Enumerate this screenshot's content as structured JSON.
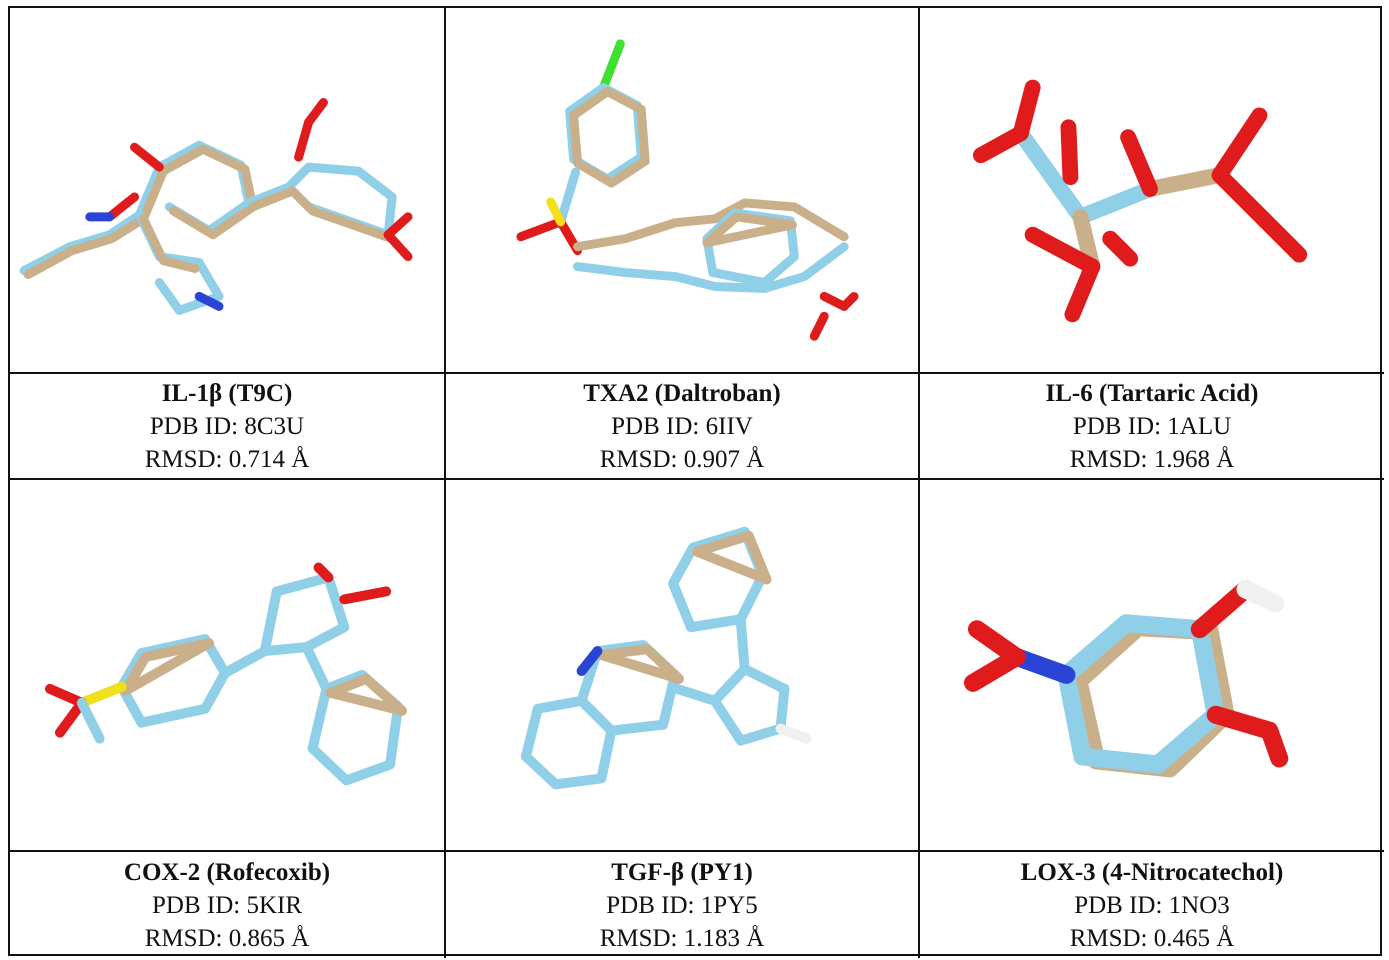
{
  "colors": {
    "carbon_tan": "#c9b08a",
    "carbon_blue": "#8fcfe8",
    "oxygen": "#e01b1b",
    "nitrogen": "#2a44d6",
    "sulfur": "#f2e01a",
    "chlorine": "#40e030",
    "hydrogen": "#f0f0f0"
  },
  "panels": [
    {
      "title": "IL-1β (T9C)",
      "pdb": "PDB ID: 8C3U",
      "rmsd": "RMSD: 0.714 Å",
      "icon": "molecule-structure"
    },
    {
      "title": "TXA2 (Daltroban)",
      "pdb": "PDB ID: 6IIV",
      "rmsd": "RMSD: 0.907 Å",
      "icon": "molecule-structure"
    },
    {
      "title": "IL-6 (Tartaric Acid)",
      "pdb": "PDB ID: 1ALU",
      "rmsd": "RMSD: 1.968 Å",
      "icon": "molecule-structure"
    },
    {
      "title": "COX-2 (Rofecoxib)",
      "pdb": "PDB ID: 5KIR",
      "rmsd": "RMSD: 0.865 Å",
      "icon": "molecule-structure"
    },
    {
      "title": "TGF-β (PY1)",
      "pdb": "PDB ID: 1PY5",
      "rmsd": "RMSD: 1.183 Å",
      "icon": "molecule-structure"
    },
    {
      "title": "LOX-3 (4-Nitrocatechol)",
      "pdb": "PDB ID: 1NO3",
      "rmsd": "RMSD: 0.465 Å",
      "icon": "molecule-structure"
    }
  ]
}
